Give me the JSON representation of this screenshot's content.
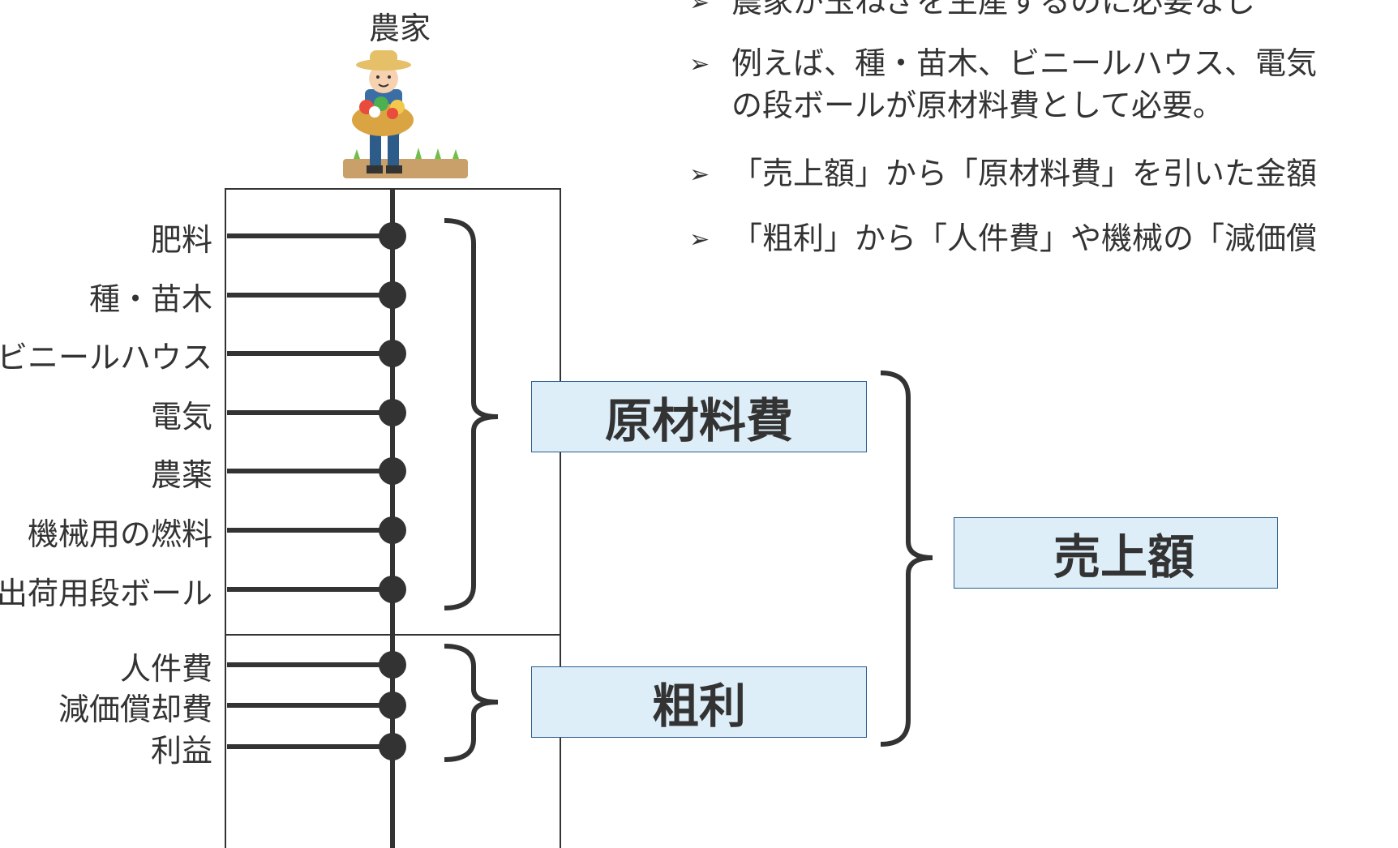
{
  "farmer": {
    "label": "農家",
    "illustration": "farmer-with-vegetable-basket"
  },
  "cost_items": [
    "肥料",
    "種・苗木",
    "ビニールハウス",
    "電気",
    "農薬",
    "機械用の燃料",
    "出荷用段ボール"
  ],
  "other_items": [
    "人件費",
    "減価償却費",
    "利益"
  ],
  "boxes": {
    "raw_material": "原材料費",
    "gross_profit": "粗利",
    "sales": "売上額"
  },
  "bullets": [
    "農家が玉ねぎを生産するのに必要なし",
    "例えば、種・苗木、ビニールハウス、電気",
    "の段ボールが原材料費として必要。",
    "「売上額」から「原材料費」を引いた金額",
    "「粗利」から「人件費」や機械の「減価償"
  ],
  "colors": {
    "line": "#333333",
    "box_fill": "#ddeef8",
    "box_border": "#2a5d8a"
  }
}
